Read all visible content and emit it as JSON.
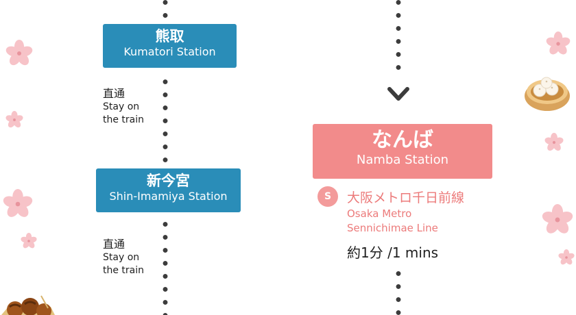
{
  "stations": [
    {
      "jp": "熊取",
      "en": "Kumatori Station",
      "color": "#2a8db8"
    },
    {
      "jp": "新今宮",
      "en": "Shin-Imamiya Station",
      "color": "#2a8db8"
    },
    {
      "jp": "なんば",
      "en": "Namba Station",
      "color": "#f28b8b"
    }
  ],
  "notes": [
    {
      "jp": "直通",
      "en1": "Stay on",
      "en2": "the train"
    },
    {
      "jp": "直通",
      "en1": "Stay on",
      "en2": "the train"
    }
  ],
  "line": {
    "badge": "S",
    "jp": "大阪メトロ千日前線",
    "en1": "Osaka Metro",
    "en2": "Sennichimae Line",
    "color": "#ec7a7a"
  },
  "travel_time": "約1分 /1 mins",
  "icons": [
    "sakura-icon",
    "steamed-bun-icon",
    "takoyaki-icon",
    "arrow-down-icon"
  ]
}
